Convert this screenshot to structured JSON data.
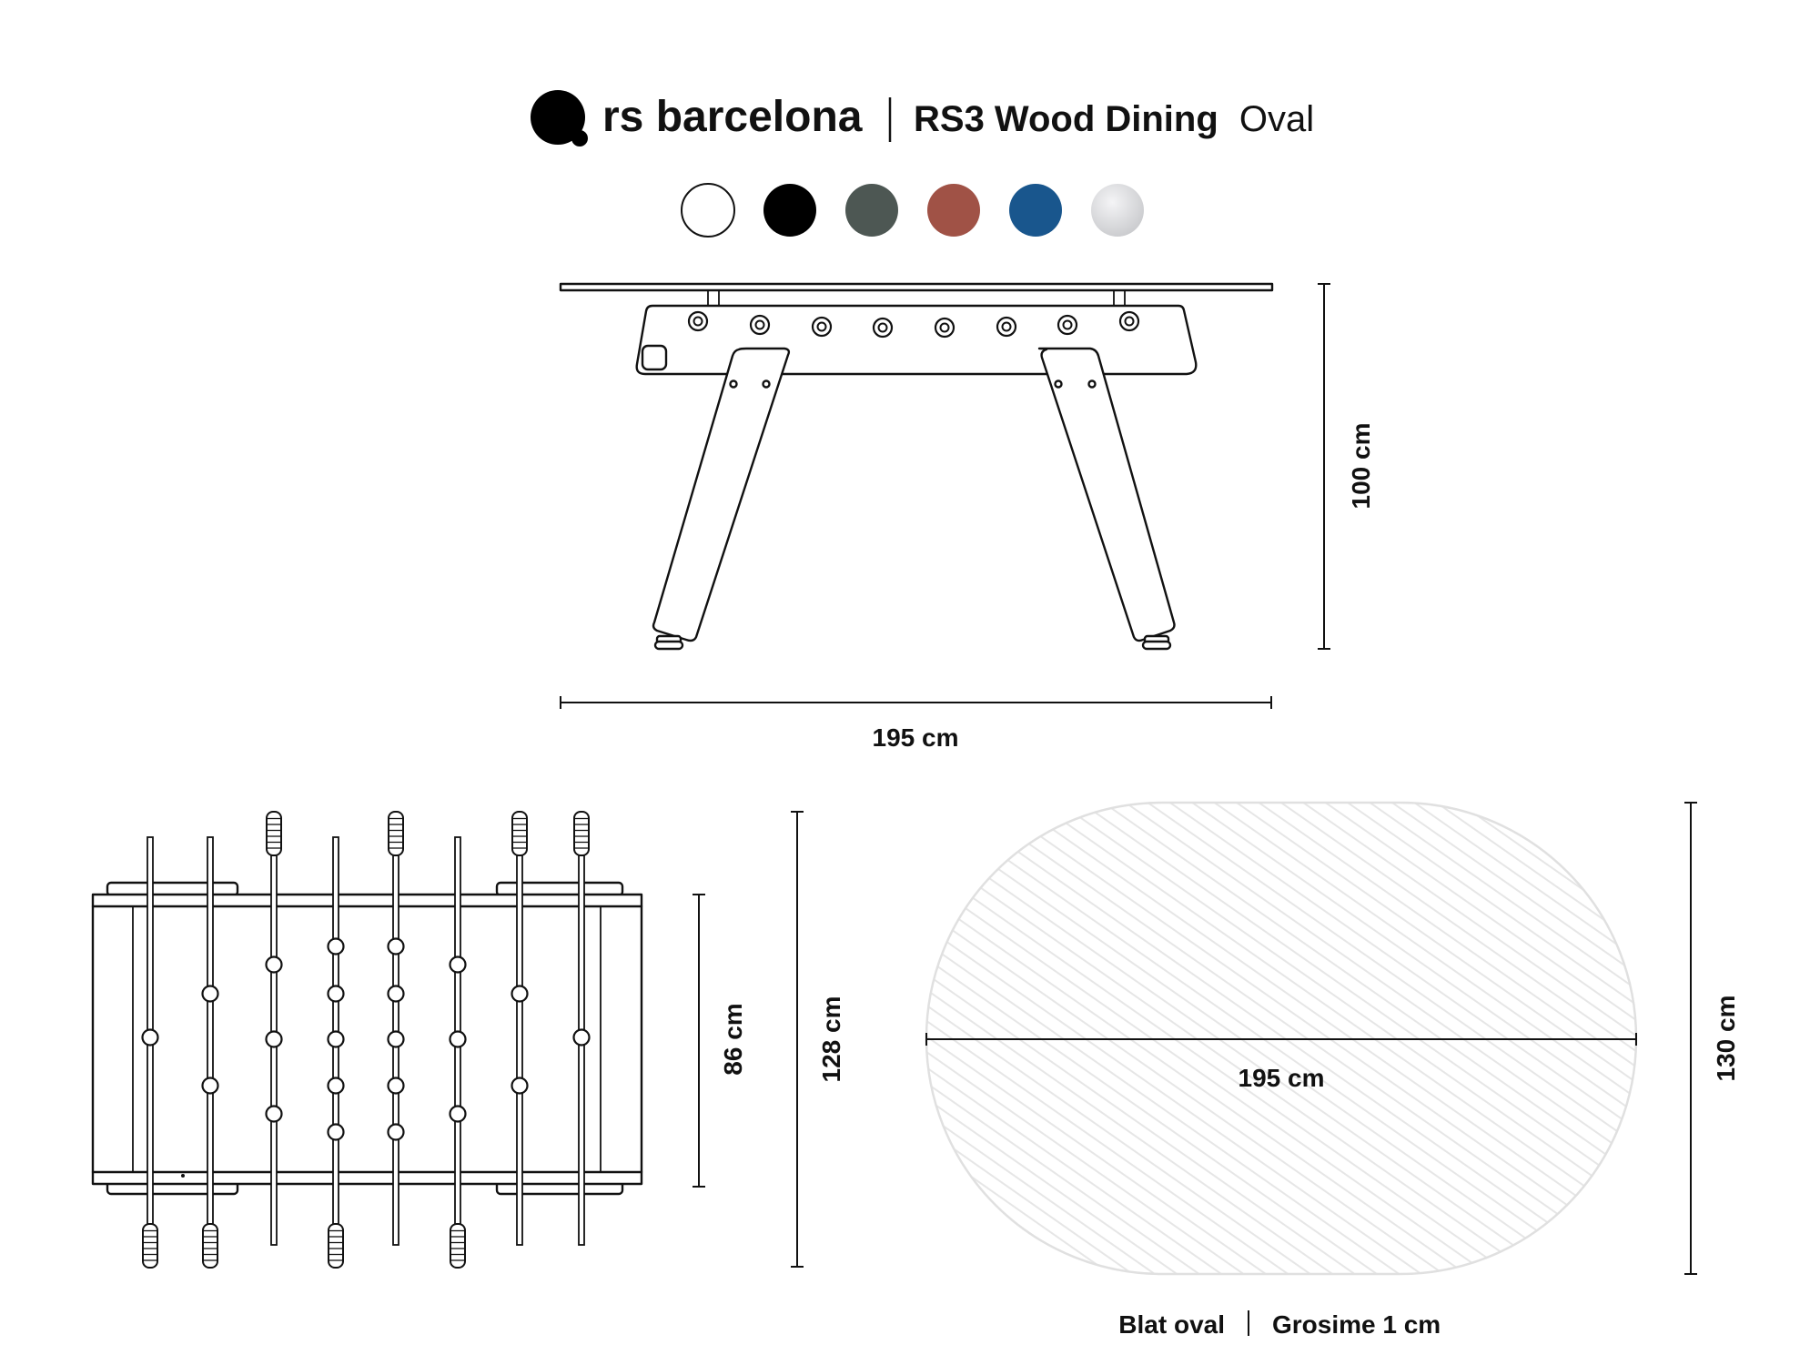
{
  "header": {
    "brand": "rs barcelona",
    "product_name": "RS3 Wood Dining",
    "product_variant": "Oval",
    "brand_logo_icon": "rs-barcelona-logo-icon"
  },
  "swatches": [
    {
      "name": "white",
      "color": "#ffffff"
    },
    {
      "name": "black",
      "color": "#000000"
    },
    {
      "name": "dark-grey",
      "color": "#4d5753"
    },
    {
      "name": "terracotta",
      "color": "#a05246"
    },
    {
      "name": "blue",
      "color": "#19568d"
    },
    {
      "name": "light-grey",
      "color": "#d9dadc"
    }
  ],
  "side_view": {
    "width_label": "195 cm",
    "height_label": "100 cm"
  },
  "top_view": {
    "depth_label": "86 cm",
    "depth_with_rods_label": "128 cm"
  },
  "oval_top": {
    "length_label": "195 cm",
    "width_label": "130 cm"
  },
  "footer": {
    "shape_label": "Blat oval",
    "thickness_label": "Grosime 1 cm"
  }
}
